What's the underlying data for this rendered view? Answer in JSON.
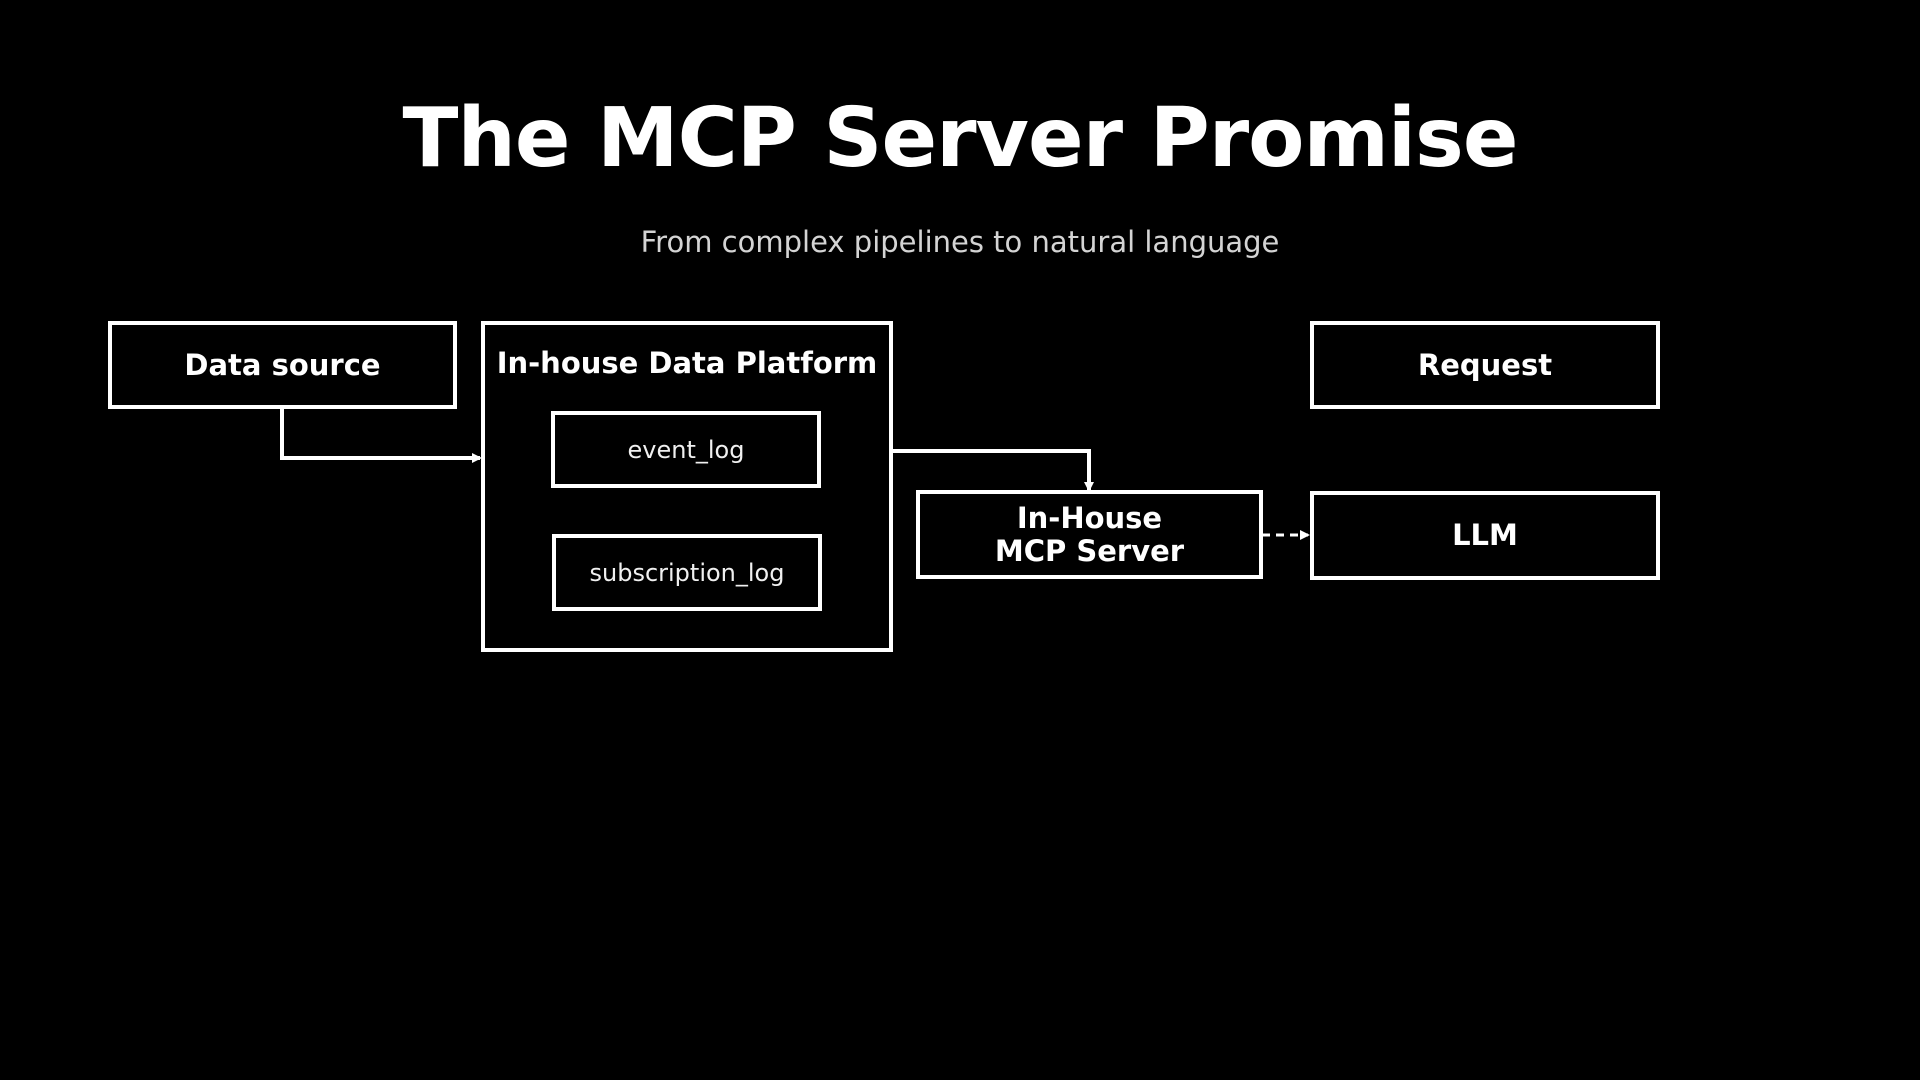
{
  "slide": {
    "title": "The MCP Server Promise",
    "subtitle": "From complex pipelines to natural language"
  },
  "diagram": {
    "nodes": {
      "data_source": "Data source",
      "platform": "In-house Data Platform",
      "event_log": "event_log",
      "subscription_log": "subscription_log",
      "mcp_server": "In-House\nMCP Server",
      "request": "Request",
      "llm": "LLM"
    },
    "edges": [
      {
        "from": "data_source",
        "to": "platform",
        "style": "solid"
      },
      {
        "from": "platform",
        "to": "mcp_server",
        "style": "solid"
      },
      {
        "from": "mcp_server",
        "to": "llm",
        "style": "dashed"
      }
    ]
  },
  "colors": {
    "background": "#000000",
    "foreground": "#ffffff",
    "subtitle": "#d4d4d4"
  }
}
